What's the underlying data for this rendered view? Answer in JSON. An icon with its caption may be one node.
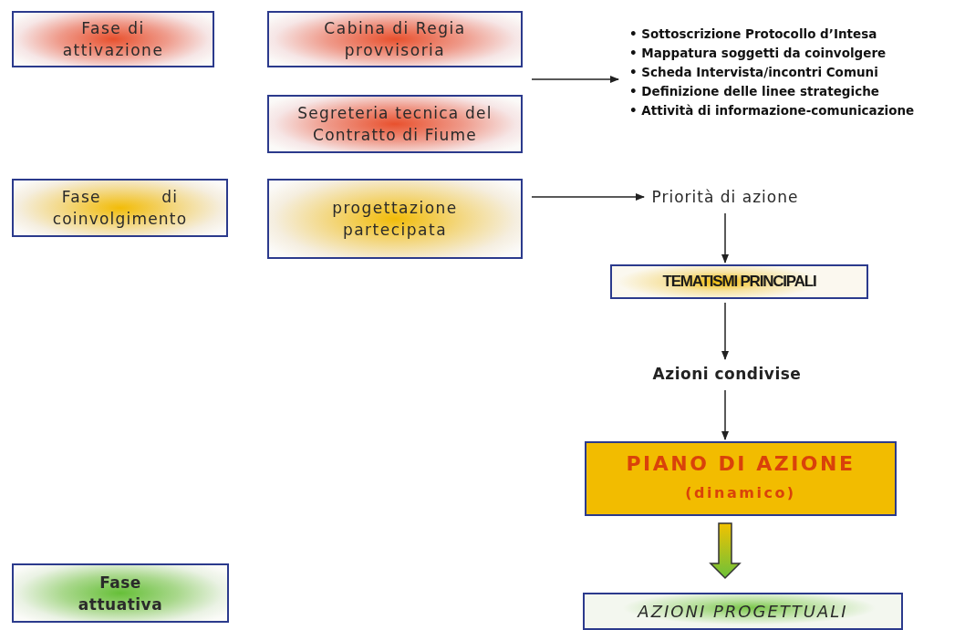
{
  "diagram": {
    "nodes": [
      {
        "text": [
          "Fase di attivazione"
        ]
      },
      {
        "text": [
          "Cabina di Regia provvisoria"
        ]
      },
      {
        "text": [
          "Segreteria tecnica del Contratto di Fiume"
        ]
      },
      {
        "text": [
          "Fase di coinvolgimento"
        ]
      },
      {
        "text": [
          "progettazione partecipata"
        ]
      },
      {
        "text": [
          "• Sottoscrizione Protocollo d’Intesa",
          "• Mappatura soggetti da coinvolgere",
          "• Scheda Intervista/incontri Comuni",
          "• Definizione delle linee strategiche",
          "• Attività di informazione-comunicazione"
        ]
      },
      {
        "text": [
          "Priorità di azione"
        ]
      },
      {
        "text": [
          "TEMATISMI PRINCIPALI"
        ]
      },
      {
        "text": [
          "Azioni condivise"
        ]
      },
      {
        "text": [
          "PIANO DI AZIONE",
          "(dinamico)"
        ]
      },
      {
        "text": [
          "AZIONI PROGETTUALI"
        ]
      },
      {
        "text": [
          "Fase attuativa"
        ]
      }
    ],
    "edges": [
      {
        "from": null,
        "to": 5,
        "arrow": "to"
      },
      {
        "from": 4,
        "to": 6,
        "arrow": "to"
      },
      {
        "from": 6,
        "to": 7,
        "arrow": "to"
      },
      {
        "from": 7,
        "to": 8,
        "arrow": "to"
      },
      {
        "from": 8,
        "to": 9,
        "arrow": "to"
      },
      {
        "from": 9,
        "to": 10,
        "arrow": "to",
        "style": "thick"
      }
    ]
  }
}
